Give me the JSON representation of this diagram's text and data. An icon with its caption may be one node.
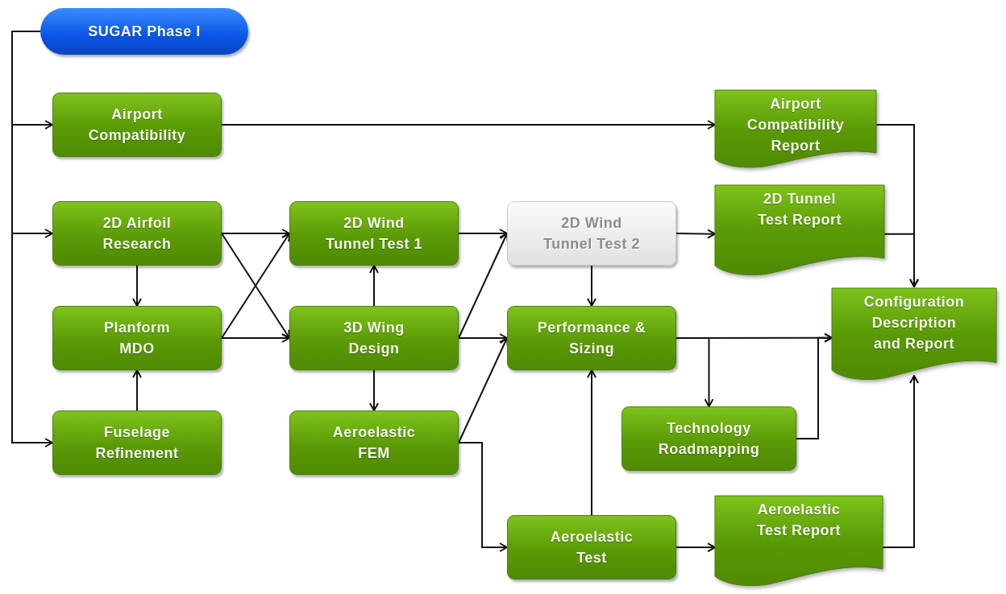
{
  "diagram": {
    "nodes": [
      {
        "text": [
          "SUGAR Phase I"
        ]
      },
      {
        "text": [
          "Airport Compatibility"
        ]
      },
      {
        "text": [
          "Airport Compatibility Report"
        ]
      },
      {
        "text": [
          "2D Airfoil Research"
        ]
      },
      {
        "text": [
          "2D Wind Tunnel Test 1"
        ]
      },
      {
        "text": [
          "2D Wind Tunnel Test 2"
        ]
      },
      {
        "text": [
          "2D Tunnel Test Report"
        ]
      },
      {
        "text": [
          "Planform MDO"
        ]
      },
      {
        "text": [
          "3D Wing Design"
        ]
      },
      {
        "text": [
          "Performance & Sizing"
        ]
      },
      {
        "text": [
          "Configuration Description and Report"
        ]
      },
      {
        "text": [
          "Fuselage Refinement"
        ]
      },
      {
        "text": [
          "Aeroelastic FEM"
        ]
      },
      {
        "text": [
          "Technology Roadmapping"
        ]
      },
      {
        "text": [
          "Aeroelastic Test"
        ]
      },
      {
        "text": [
          "Aeroelastic Test Report"
        ]
      }
    ],
    "edges": [
      {
        "from": 0,
        "to": 1,
        "arrow": "to"
      },
      {
        "from": 0,
        "to": 3,
        "arrow": "to"
      },
      {
        "from": 0,
        "to": 11,
        "arrow": "to"
      },
      {
        "from": 1,
        "to": 2,
        "arrow": "to"
      },
      {
        "from": 3,
        "to": 7,
        "arrow": "to"
      },
      {
        "from": 3,
        "to": 4,
        "arrow": "to"
      },
      {
        "from": 3,
        "to": 8,
        "arrow": "to"
      },
      {
        "from": 7,
        "to": 4,
        "arrow": "to"
      },
      {
        "from": 7,
        "to": 8,
        "arrow": "to"
      },
      {
        "from": 11,
        "to": 7,
        "arrow": "to"
      },
      {
        "from": 8,
        "to": 4,
        "arrow": "to"
      },
      {
        "from": 8,
        "to": 12,
        "arrow": "to"
      },
      {
        "from": 4,
        "to": 5,
        "arrow": "to"
      },
      {
        "from": 8,
        "to": 5,
        "arrow": "to"
      },
      {
        "from": 8,
        "to": 9,
        "arrow": "to"
      },
      {
        "from": 5,
        "to": 6,
        "arrow": "to"
      },
      {
        "from": 5,
        "to": 9,
        "arrow": "to"
      },
      {
        "from": 12,
        "to": 9,
        "arrow": "to"
      },
      {
        "from": 12,
        "to": 14,
        "arrow": "to"
      },
      {
        "from": 9,
        "to": 10,
        "arrow": "to"
      },
      {
        "from": 9,
        "to": 13,
        "arrow": "to"
      },
      {
        "from": 13,
        "to": 10,
        "arrow": "to"
      },
      {
        "from": 2,
        "to": 10,
        "arrow": "to"
      },
      {
        "from": 6,
        "to": 10,
        "arrow": "to"
      },
      {
        "from": 14,
        "to": 9,
        "arrow": "to"
      },
      {
        "from": 14,
        "to": 15,
        "arrow": "to"
      },
      {
        "from": 15,
        "to": 10,
        "arrow": "to"
      }
    ]
  }
}
